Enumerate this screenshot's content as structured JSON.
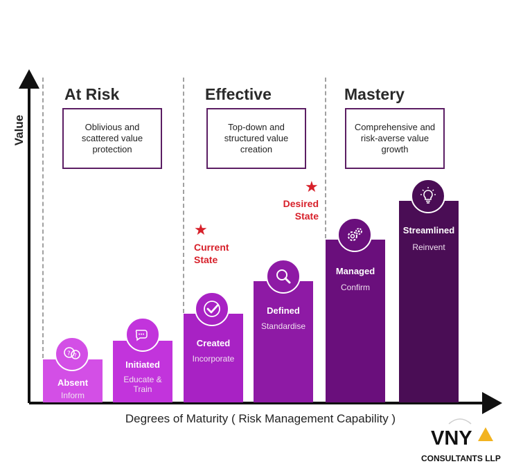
{
  "axes": {
    "y_label": "Value",
    "x_label": "Degrees of Maturity ( Risk Management Capability )"
  },
  "zones": [
    {
      "heading": "At Risk",
      "desc": "Oblivious and scattered value protection"
    },
    {
      "heading": "Effective",
      "desc": "Top-down and structured value creation"
    },
    {
      "heading": "Mastery",
      "desc": "Comprehensive and risk-averse value growth"
    }
  ],
  "levels": [
    {
      "title": "Absent",
      "subtitle": "Inform",
      "icon": "question-bubbles-icon",
      "color": "#d34fe6"
    },
    {
      "title": "Initiated",
      "subtitle": "Educate & Train",
      "icon": "chat-bubbles-icon",
      "color": "#c234dc"
    },
    {
      "title": "Created",
      "subtitle": "Incorporate",
      "icon": "check-icon",
      "color": "#a822c4"
    },
    {
      "title": "Defined",
      "subtitle": "Standardise",
      "icon": "magnifier-icon",
      "color": "#8e1aa5"
    },
    {
      "title": "Managed",
      "subtitle": "Confirm",
      "icon": "gears-icon",
      "color": "#6a0f7c"
    },
    {
      "title": "Streamlined",
      "subtitle": "Reinvent",
      "icon": "lightbulb-icon",
      "color": "#4a0d55"
    }
  ],
  "markers": {
    "current": {
      "label_line1": "Current",
      "label_line2": "State"
    },
    "desired": {
      "label_line1": "Desired",
      "label_line2": "State"
    }
  },
  "logo": {
    "brand": "VNY",
    "subtitle": "CONSULTANTS LLP"
  },
  "colors": {
    "star": "#d7202a",
    "box_border": "#5b1d63",
    "logo_accent": "#f2b320"
  }
}
